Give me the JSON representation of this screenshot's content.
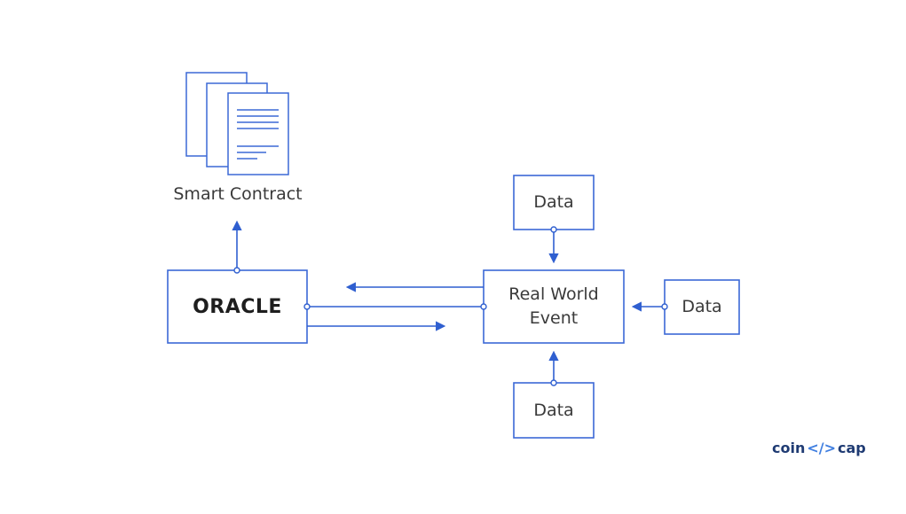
{
  "diagram": {
    "smart_contract_label": "Smart Contract",
    "oracle_label": "ORACLE",
    "event_label": "Real World\nEvent",
    "data_top_label": "Data",
    "data_right_label": "Data",
    "data_bottom_label": "Data"
  },
  "logo": {
    "left": "coin",
    "mid": "</>",
    "right": "cap"
  },
  "colors": {
    "stroke": "#2f5fd0",
    "box_border": "#3b68d6"
  }
}
